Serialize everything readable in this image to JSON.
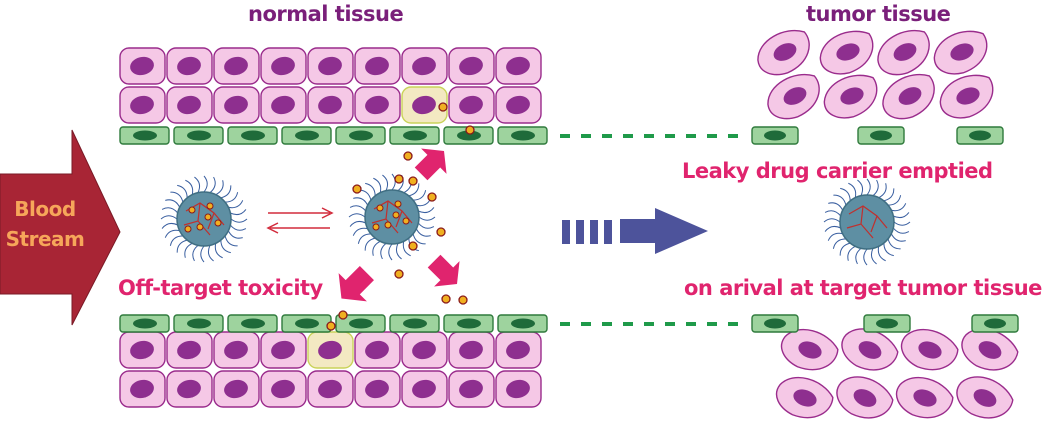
{
  "labels": {
    "normal_tissue": "normal tissue",
    "tumor_tissue": "tumor tissue",
    "leaky_carrier": "Leaky drug carrier emptied",
    "arrival": "on arival at target tumor tissue",
    "off_target": "Off-target toxicity",
    "blood_line1": "Blood",
    "blood_line2": "Stream"
  },
  "colors": {
    "title_purple": "#7a1f7a",
    "label_magenta": "#e0246e",
    "blood_arrow": "#a82535",
    "blood_text": "#f6a65a",
    "tissue_cell_fill": "#f5c8e6",
    "tissue_cell_stroke": "#9a2c8c",
    "nucleus": "#8e2f8f",
    "endothelial_fill": "#9ed39e",
    "endothelial_stroke": "#2f7a3c",
    "endothelial_nucleus": "#1f6b3a",
    "carrier_core": "#5e8fa3",
    "drug_dot": "#f0b020",
    "flow_arrow": "#4d539b",
    "release_arrow": "#e0246e"
  },
  "icons": {
    "blood_arrow": "right-arrow-shape",
    "flow_arrow": "dashed-right-arrow",
    "equilibrium": "double-arrow"
  }
}
